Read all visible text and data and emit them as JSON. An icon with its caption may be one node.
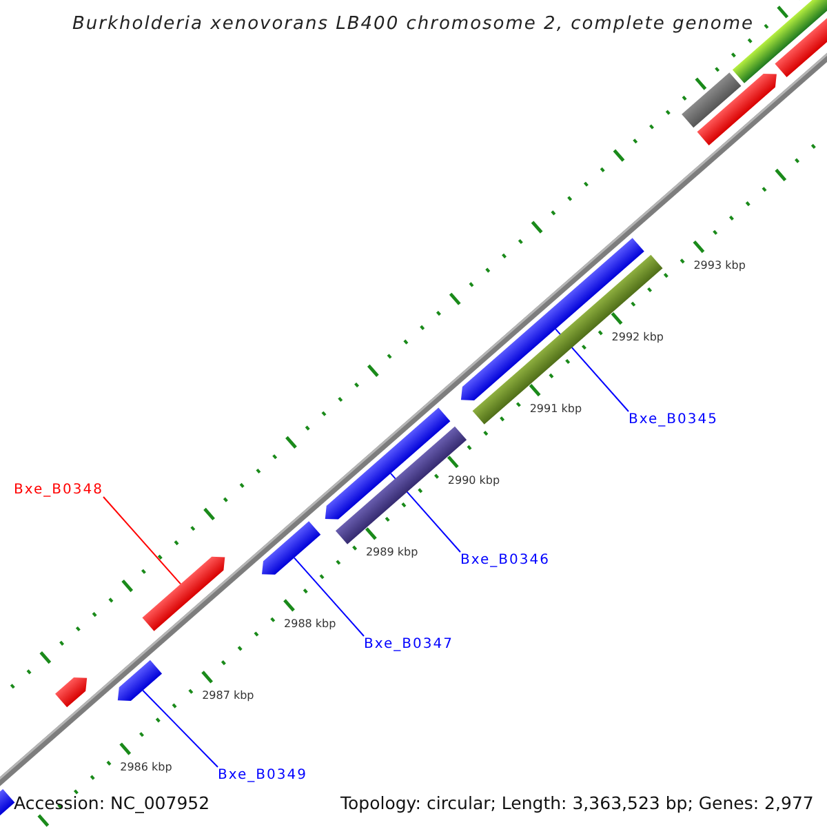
{
  "diagram": {
    "title": "Burkholderia xenovorans LB400 chromosome 2, complete genome",
    "nodes": [
      {
        "text": [
          "Bxe_B0345"
        ]
      },
      {
        "text": [
          "Bxe_B0348"
        ]
      },
      {
        "text": [
          "Bxe_B0346"
        ]
      },
      {
        "text": [
          "Bxe_B0347"
        ]
      },
      {
        "text": [
          "Bxe_B0349"
        ]
      },
      {
        "text": [],
        "shape": "arrow"
      },
      {
        "text": [],
        "shape": "arrow"
      },
      {
        "text": [],
        "shape": "arrow"
      },
      {
        "text": [],
        "shape": "arrow"
      },
      {
        "text": [],
        "shape": "arrow"
      },
      {
        "text": [],
        "shape": "arrow"
      },
      {
        "text": [],
        "shape": "bar"
      },
      {
        "text": [],
        "shape": "arrow"
      },
      {
        "text": [],
        "shape": "bar"
      },
      {
        "text": [],
        "shape": "bar"
      },
      {
        "text": [],
        "shape": "arrow"
      },
      {
        "text": [],
        "shape": "bar"
      },
      {
        "text": [],
        "shape": "arrow"
      }
    ],
    "edges": [
      {
        "from": 0,
        "to": 12,
        "arrow": "none"
      },
      {
        "from": 1,
        "to": 8,
        "arrow": "none",
        "color": "#ff0000"
      },
      {
        "from": 2,
        "to": 10,
        "arrow": "none"
      },
      {
        "from": 3,
        "to": 9,
        "arrow": "none"
      },
      {
        "from": 4,
        "to": 7,
        "arrow": "none"
      }
    ],
    "labels": [
      "2993 kbp",
      "2992 kbp",
      "2991 kbp",
      "2990 kbp",
      "2989 kbp",
      "2988 kbp",
      "2987 kbp",
      "2986 kbp",
      "Accession: NC_007952",
      "Topology: circular; Length: 3,363,523 bp; Genes: 2,977"
    ]
  }
}
